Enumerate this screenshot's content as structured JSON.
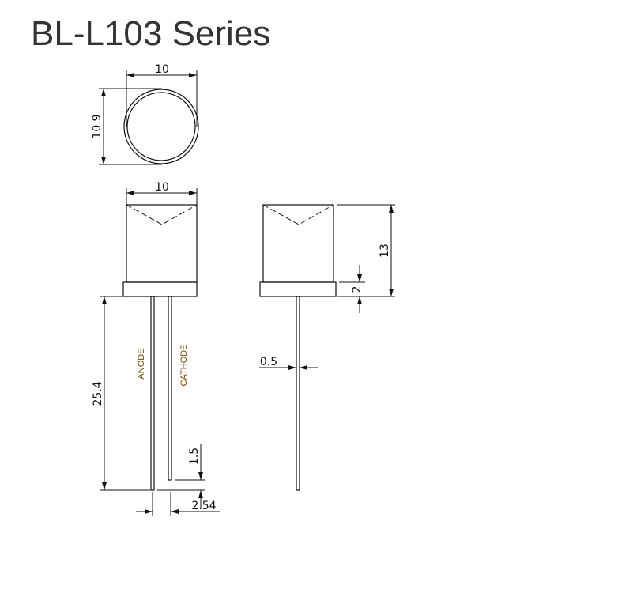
{
  "title": "BL-L103 Series",
  "dimensions": {
    "top_width": "10",
    "top_height": "10.9",
    "front_width": "10",
    "lead_length": "25.4",
    "lead_offset": "1.5",
    "lead_spacing": "2.54",
    "lead_diameter": "0.5",
    "body_height": "13",
    "flange_height": "2"
  },
  "pins": {
    "anode": "ANODE",
    "cathode": "CATHODE"
  },
  "colors": {
    "anode_text": "#7a4a00",
    "cathode_text": "#7a4a00"
  }
}
